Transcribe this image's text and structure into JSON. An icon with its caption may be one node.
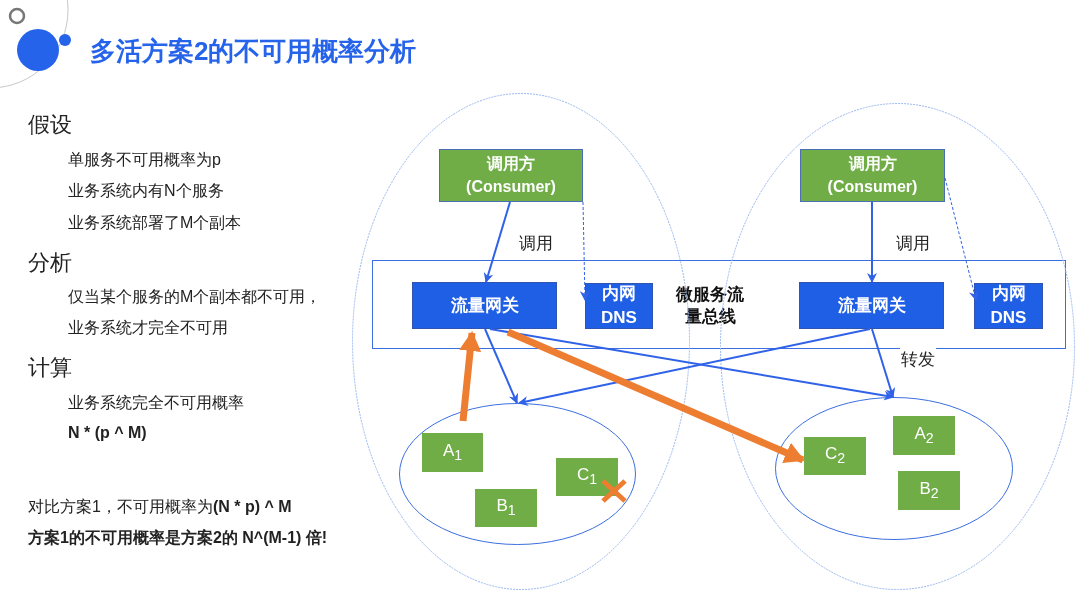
{
  "diagram": {
    "title": "多活方案2的不可用概率分析",
    "nodes": [
      {
        "text": [],
        "shape": "ellipse"
      },
      {
        "text": [
          "调用方 (Consumer)"
        ],
        "in": 0
      },
      {
        "text": [
          "流量网关"
        ],
        "in": 0
      },
      {
        "text": [
          "内网 DNS"
        ],
        "in": 0
      },
      {
        "text": [],
        "shape": "ellipse",
        "in": 0
      },
      {
        "text": [
          "A$_{1}$"
        ],
        "in": 4
      },
      {
        "text": [
          "B$_{1}$"
        ],
        "in": 4
      },
      {
        "text": [
          "C$_{1}$"
        ],
        "in": 4
      },
      {
        "text": [],
        "shape": "ellipse"
      },
      {
        "text": [
          "调用方 (Consumer)"
        ],
        "in": 8
      },
      {
        "text": [
          "流量网关"
        ],
        "in": 8
      },
      {
        "text": [
          "内网 DNS"
        ],
        "in": 8
      },
      {
        "text": [],
        "shape": "ellipse",
        "in": 8
      },
      {
        "text": [
          "C$_{2}$"
        ],
        "in": 12
      },
      {
        "text": [
          "A$_{2}$"
        ],
        "in": 12
      },
      {
        "text": [
          "B$_{2}$"
        ],
        "in": 12
      }
    ],
    "edges": [
      {
        "from": 1,
        "to": 2,
        "arrow": "to",
        "label": "调用"
      },
      {
        "from": 1,
        "to": 3,
        "arrow": "to",
        "style": "dashed"
      },
      {
        "from": 2,
        "to": 4,
        "arrow": "to"
      },
      {
        "from": 2,
        "to": 12,
        "arrow": "to"
      },
      {
        "from": 10,
        "to": 4,
        "arrow": "to"
      },
      {
        "from": 10,
        "to": 12,
        "arrow": "to",
        "label": "转发"
      },
      {
        "from": 9,
        "to": 10,
        "arrow": "to",
        "label": "调用"
      },
      {
        "from": 9,
        "to": 11,
        "arrow": "to",
        "style": "dashed"
      },
      {
        "from": 5,
        "to": 2,
        "arrow": "to",
        "style": "thick",
        "color": "#ed7d31"
      },
      {
        "from": 2,
        "to": 13,
        "arrow": "to",
        "style": "thick",
        "color": "#ed7d31"
      }
    ],
    "labels": [
      "假设",
      "单服务不可用概率为p",
      "业务系统内有N个服务",
      "业务系统部署了M个副本",
      "分析",
      "仅当某个服务的M个副本都不可用，",
      "业务系统才完全不可用",
      "计算",
      "业务系统完全不可用概率",
      "N *  (p ^ M)",
      "对比方案1，不可用概率为**(N * p) ^ M**",
      "方案1的不可用概率是方案2的 N^(M-1) 倍!",
      "微服务流量总线"
    ]
  }
}
